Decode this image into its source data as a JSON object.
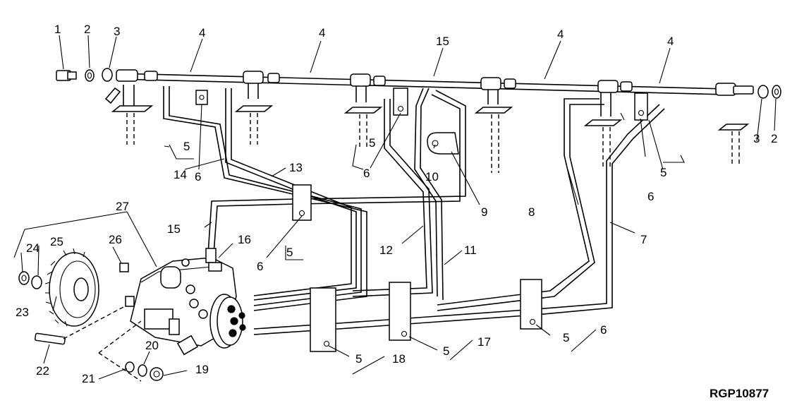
{
  "reference_code": "RGP10877",
  "callouts": {
    "c1": "1",
    "c2a": "2",
    "c2b": "2",
    "c3a": "3",
    "c3b": "3",
    "c4a": "4",
    "c4b": "4",
    "c4c": "4",
    "c4d": "4",
    "c5a": "5",
    "c5b": "5",
    "c5c": "5",
    "c5d": "5",
    "c5e": "5",
    "c5f": "5",
    "c5g": "5",
    "c6a": "6",
    "c6b": "6",
    "c6c": "6",
    "c6d": "6",
    "c6e": "6",
    "c7": "7",
    "c8": "8",
    "c9": "9",
    "c10": "10",
    "c11": "11",
    "c12": "12",
    "c13": "13",
    "c14": "14",
    "c15a": "15",
    "c15b": "15",
    "c16": "16",
    "c17": "17",
    "c18": "18",
    "c19": "19",
    "c20": "20",
    "c21": "21",
    "c22": "22",
    "c23": "23",
    "c24": "24",
    "c25": "25",
    "c26": "26",
    "c27": "27"
  }
}
